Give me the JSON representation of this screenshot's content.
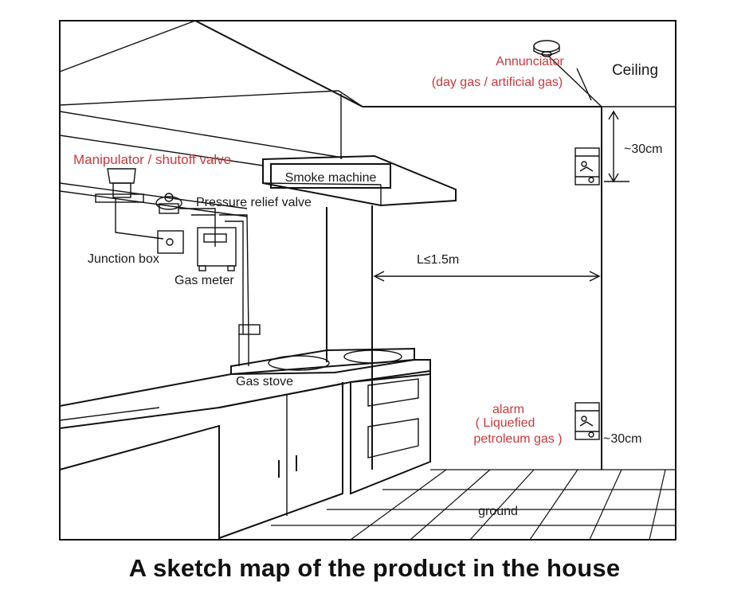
{
  "labels": {
    "annunciator": "Annunciator",
    "annunciator_sub": "(day gas / artificial gas)",
    "ceiling": "Ceiling",
    "manipulator": "Manipulator / shutoff valve",
    "smoke_machine": "Smoke machine",
    "pressure_relief": "Pressure relief valve",
    "junction_box": "Junction box",
    "gas_meter": "Gas meter",
    "distance": "L≤1.5m",
    "top_offset": "~30cm",
    "gas_stove": "Gas stove",
    "alarm_line1": "alarm",
    "alarm_line2": "( Liquefied",
    "alarm_line3": "petroleum gas )",
    "bottom_offset": "~30cm",
    "ground": "ground"
  },
  "caption": "A sketch map of the product in the house",
  "colors": {
    "annotation": "#c8393c",
    "line": "#111111"
  }
}
